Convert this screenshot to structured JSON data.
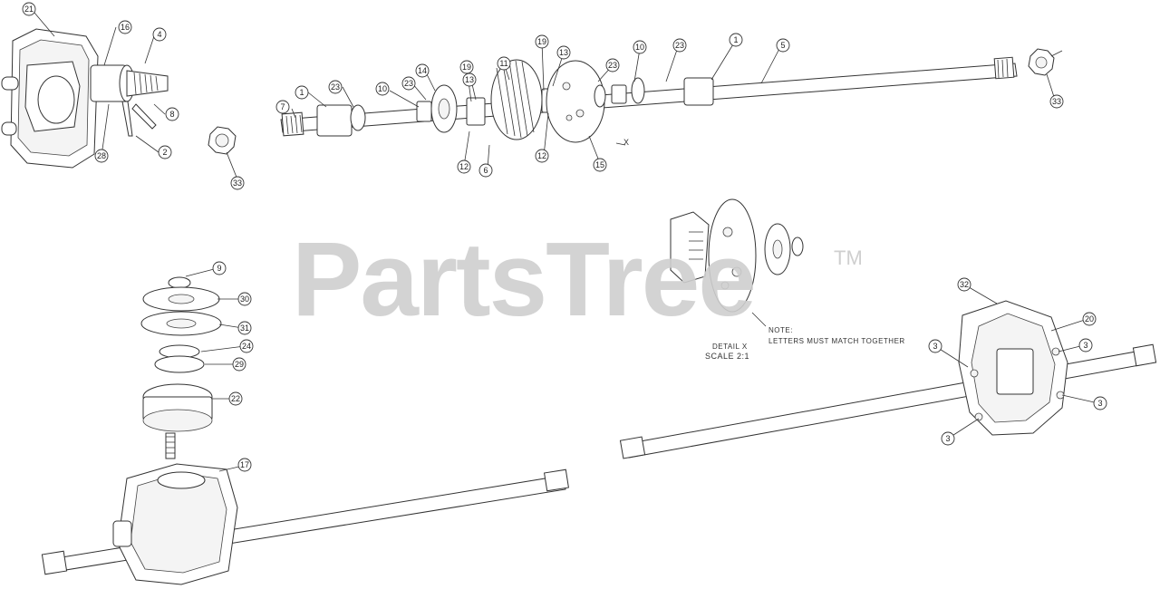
{
  "watermark": {
    "brand": "PartsTree",
    "trademark": "TM"
  },
  "notes": {
    "note_title": "NOTE:",
    "note_text": "LETTERS MUST MATCH TOGETHER",
    "detail_title": "DETAIL X",
    "detail_scale": "SCALE 2:1"
  },
  "callouts": [
    {
      "label": "21"
    },
    {
      "label": "16"
    },
    {
      "label": "4"
    },
    {
      "label": "8"
    },
    {
      "label": "2"
    },
    {
      "label": "28"
    },
    {
      "label": "33"
    },
    {
      "label": "7"
    },
    {
      "label": "1"
    },
    {
      "label": "23"
    },
    {
      "label": "10"
    },
    {
      "label": "23"
    },
    {
      "label": "14"
    },
    {
      "label": "19"
    },
    {
      "label": "13"
    },
    {
      "label": "12"
    },
    {
      "label": "6"
    },
    {
      "label": "11"
    },
    {
      "label": "19"
    },
    {
      "label": "13"
    },
    {
      "label": "12"
    },
    {
      "label": "23"
    },
    {
      "label": "15"
    },
    {
      "label": "10"
    },
    {
      "label": "23"
    },
    {
      "label": "1"
    },
    {
      "label": "5"
    },
    {
      "label": "33"
    },
    {
      "label": "9"
    },
    {
      "label": "30"
    },
    {
      "label": "31"
    },
    {
      "label": "24"
    },
    {
      "label": "29"
    },
    {
      "label": "22"
    },
    {
      "label": "17"
    },
    {
      "label": "32"
    },
    {
      "label": "20"
    },
    {
      "label": "3"
    },
    {
      "label": "3"
    },
    {
      "label": "3"
    },
    {
      "label": "3"
    }
  ],
  "detail_letter": "X"
}
